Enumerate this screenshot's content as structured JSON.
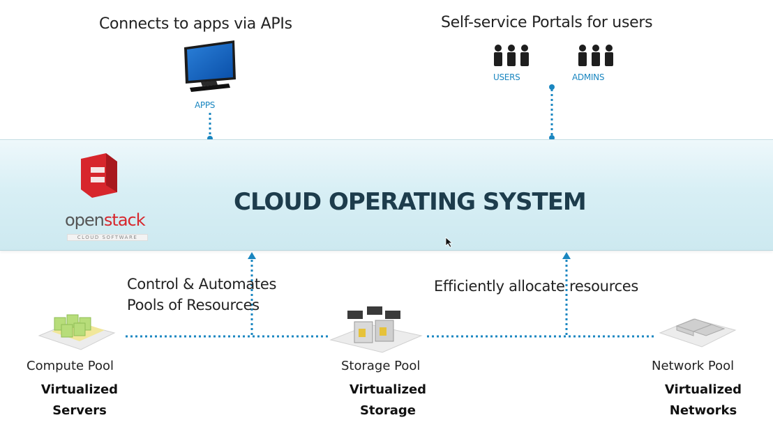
{
  "top": {
    "apps_caption": "Connects to apps via APIs",
    "portals_caption": "Self-service Portals for users",
    "apps_label": "APPS",
    "users_label": "USERS",
    "admins_label": "ADMINS"
  },
  "band": {
    "title": "CLOUD OPERATING SYSTEM",
    "logo_word_open": "open",
    "logo_word_stack": "stack",
    "logo_tagline": "CLOUD SOFTWARE"
  },
  "middle": {
    "control_line1": "Control & Automates",
    "control_line2": "Pools of Resources",
    "allocate": "Efficiently allocate resources"
  },
  "pools": {
    "compute": {
      "name": "Compute Pool",
      "sub1": "Virtualized",
      "sub2": "Servers"
    },
    "storage": {
      "name": "Storage Pool",
      "sub1": "Virtualized",
      "sub2": "Storage"
    },
    "network": {
      "name": "Network Pool",
      "sub1": "Virtualized",
      "sub2": "Networks"
    }
  },
  "colors": {
    "connector": "#1a86c0",
    "logo_red": "#d7262c",
    "title": "#1d3c4c"
  },
  "icons": [
    "monitor-icon",
    "users-group-icon",
    "admins-group-icon",
    "openstack-logo-icon",
    "compute-pool-icon",
    "storage-pool-icon",
    "network-pool-icon",
    "mouse-cursor-icon"
  ]
}
